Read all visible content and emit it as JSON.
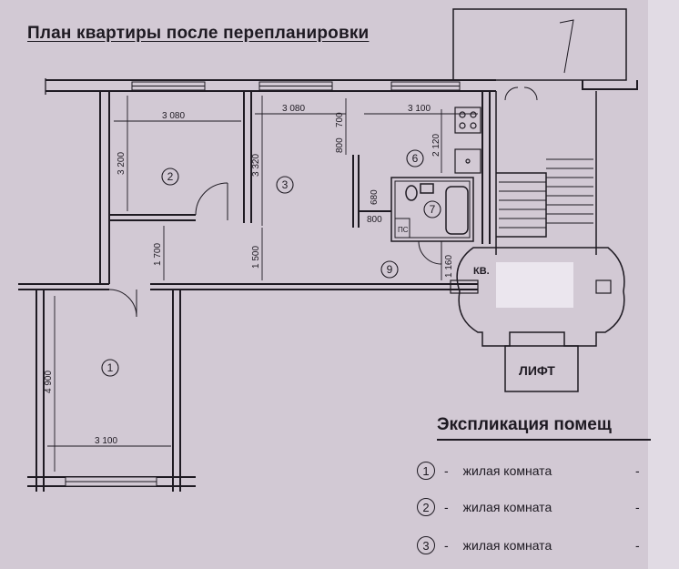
{
  "title": "План квартиры после перепланировки",
  "dimensions": {
    "room2_width": "3 080",
    "room3_width": "3 080",
    "room6_width": "3 100",
    "room2_height": "3 200",
    "room3_height": "3 320",
    "corridor_height": "1 700",
    "room3_lower": "1 500",
    "room1_height": "4 900",
    "room1_width": "3 100",
    "d700": "700",
    "d800a": "800",
    "d2120": "2 120",
    "d680": "680",
    "d800b": "800",
    "d1160": "1 160"
  },
  "room_numbers": [
    "1",
    "2",
    "3",
    "6",
    "7",
    "9"
  ],
  "labels": {
    "kv": "КВ.",
    "ps": "ПС",
    "lift": "ЛИФТ"
  },
  "legend": {
    "title": "Экспликация помещ",
    "items": [
      {
        "num": "1",
        "dash": "-",
        "text": "жилая комната",
        "trail": "-"
      },
      {
        "num": "2",
        "dash": "-",
        "text": "жилая комната",
        "trail": "-"
      },
      {
        "num": "3",
        "dash": "-",
        "text": "жилая комната",
        "trail": "-"
      }
    ]
  }
}
